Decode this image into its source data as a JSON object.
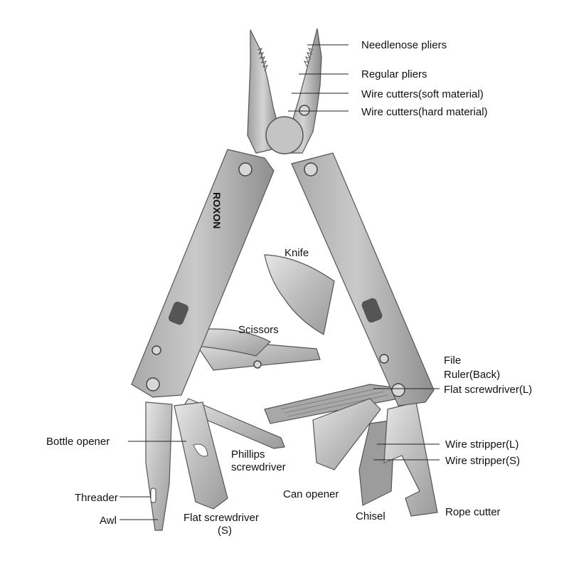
{
  "brand": "ROXON",
  "labels": {
    "needlenose_pliers": "Needlenose pliers",
    "regular_pliers": "Regular pliers",
    "wire_cutters_soft": "Wire cutters(soft material)",
    "wire_cutters_hard": "Wire cutters(hard material)",
    "knife": "Knife",
    "scissors": "Scissors",
    "file": "File",
    "ruler_back": "Ruler(Back)",
    "flat_screwdriver_l": "Flat screwdriver(L)",
    "bottle_opener": "Bottle opener",
    "phillips_line1": "Phillips",
    "phillips_line2": "screwdriver",
    "wire_stripper_l": "Wire stripper(L)",
    "wire_stripper_s": "Wire stripper(S)",
    "can_opener": "Can opener",
    "threader": "Threader",
    "awl": "Awl",
    "flat_screwdriver_s_line1": "Flat screwdriver",
    "flat_screwdriver_s_line2": "(S)",
    "chisel": "Chisel",
    "rope_cutter": "Rope cutter"
  }
}
